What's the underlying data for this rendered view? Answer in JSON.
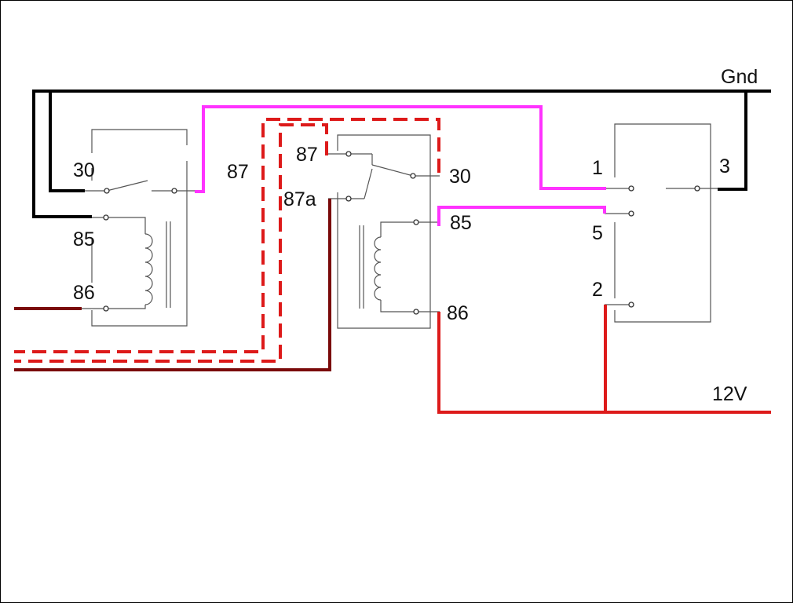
{
  "colors": {
    "ground": "#000000",
    "switched": "#ff33ff",
    "power": "#dd1a1a",
    "dark_power": "#7a0a0a",
    "outline": "#555555",
    "background": "#ffffff"
  },
  "labels": {
    "ground": "Gnd",
    "supply": "12V",
    "relay1": {
      "pin30": "30",
      "pin85": "85",
      "pin86": "86",
      "pin87": "87"
    },
    "relay2": {
      "pin87": "87",
      "pin87a": "87a",
      "pin30": "30",
      "pin85": "85",
      "pin86": "86"
    },
    "switch": {
      "pin1": "1",
      "pin2": "2",
      "pin3": "3",
      "pin5": "5"
    }
  }
}
